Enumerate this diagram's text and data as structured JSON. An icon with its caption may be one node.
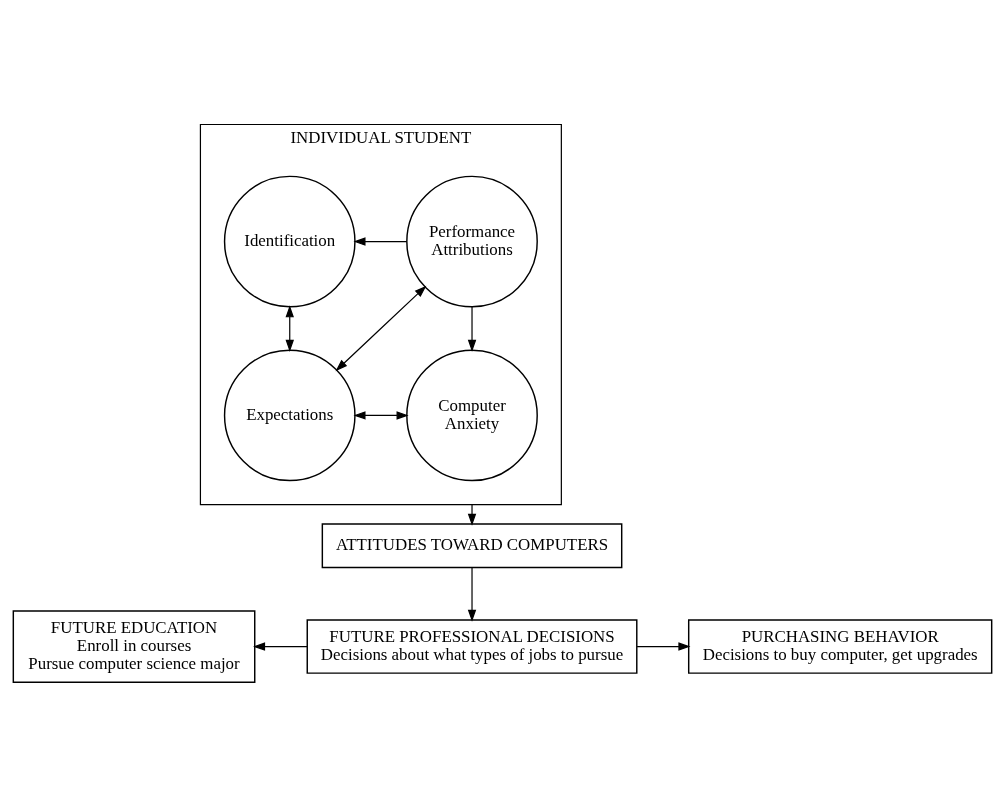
{
  "diagram": {
    "nodes": [
      {
        "text": [
          "INDIVIDUAL STUDENT"
        ]
      },
      {
        "text": [
          "Identification"
        ],
        "in": 0
      },
      {
        "text": [
          "Performance Attributions"
        ],
        "in": 0
      },
      {
        "text": [
          "Expectations"
        ],
        "in": 0
      },
      {
        "text": [
          "Computer Anxiety"
        ],
        "in": 0
      },
      {
        "text": [
          "ATTITUDES TOWARD COMPUTERS"
        ]
      },
      {
        "text": [
          "FUTURE EDUCATION",
          "Enroll in courses",
          "Pursue computer science major"
        ]
      },
      {
        "text": [
          "FUTURE PROFESSIONAL DECISIONS",
          "Decisions about what types of jobs to pursue"
        ]
      },
      {
        "text": [
          "PURCHASING BEHAVIOR",
          "Decisions to buy computer, get upgrades"
        ]
      }
    ],
    "edges": [
      {
        "from": 2,
        "to": 1,
        "arrow": "to"
      },
      {
        "from": 1,
        "to": 3,
        "arrow": "both"
      },
      {
        "from": 3,
        "to": 2,
        "arrow": "both"
      },
      {
        "from": 2,
        "to": 4,
        "arrow": "to"
      },
      {
        "from": 3,
        "to": 4,
        "arrow": "both"
      },
      {
        "from": 0,
        "to": 5,
        "arrow": "to"
      },
      {
        "from": 5,
        "to": 7,
        "arrow": "to"
      },
      {
        "from": 7,
        "to": 6,
        "arrow": "to"
      },
      {
        "from": 7,
        "to": 8,
        "arrow": "to"
      }
    ]
  }
}
